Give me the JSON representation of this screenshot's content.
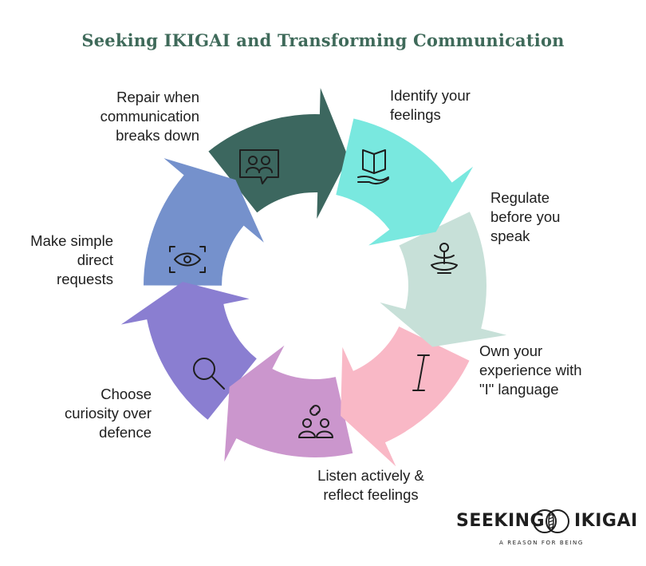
{
  "title": "Seeking IKIGAI and Transforming Communication",
  "steps": [
    {
      "label": "Identify your\nfeelings",
      "icon": "open-book-hand-icon",
      "color": "#79e8df"
    },
    {
      "label": "Regulate\nbefore you\nspeak",
      "icon": "meditation-icon",
      "color": "#c7e0d8"
    },
    {
      "label": "Own your\nexperience with\n\"I\" language",
      "icon": "cursor-i-icon",
      "color": "#f9b8c6"
    },
    {
      "label": "Listen actively &\nreflect feelings",
      "icon": "people-link-icon",
      "color": "#cb96cd"
    },
    {
      "label": "Choose\ncuriosity over\ndefence",
      "icon": "magnifier-icon",
      "color": "#8a7ed1"
    },
    {
      "label": "Make simple\ndirect\nrequests",
      "icon": "eye-frame-icon",
      "color": "#7591cc"
    },
    {
      "label": "Repair when\ncommunication\nbreaks down",
      "icon": "people-chat-icon",
      "color": "#3c675f"
    }
  ],
  "logo": {
    "left": "SEEKING",
    "right": "IKIGAI",
    "tagline": "A REASON FOR BEING"
  }
}
